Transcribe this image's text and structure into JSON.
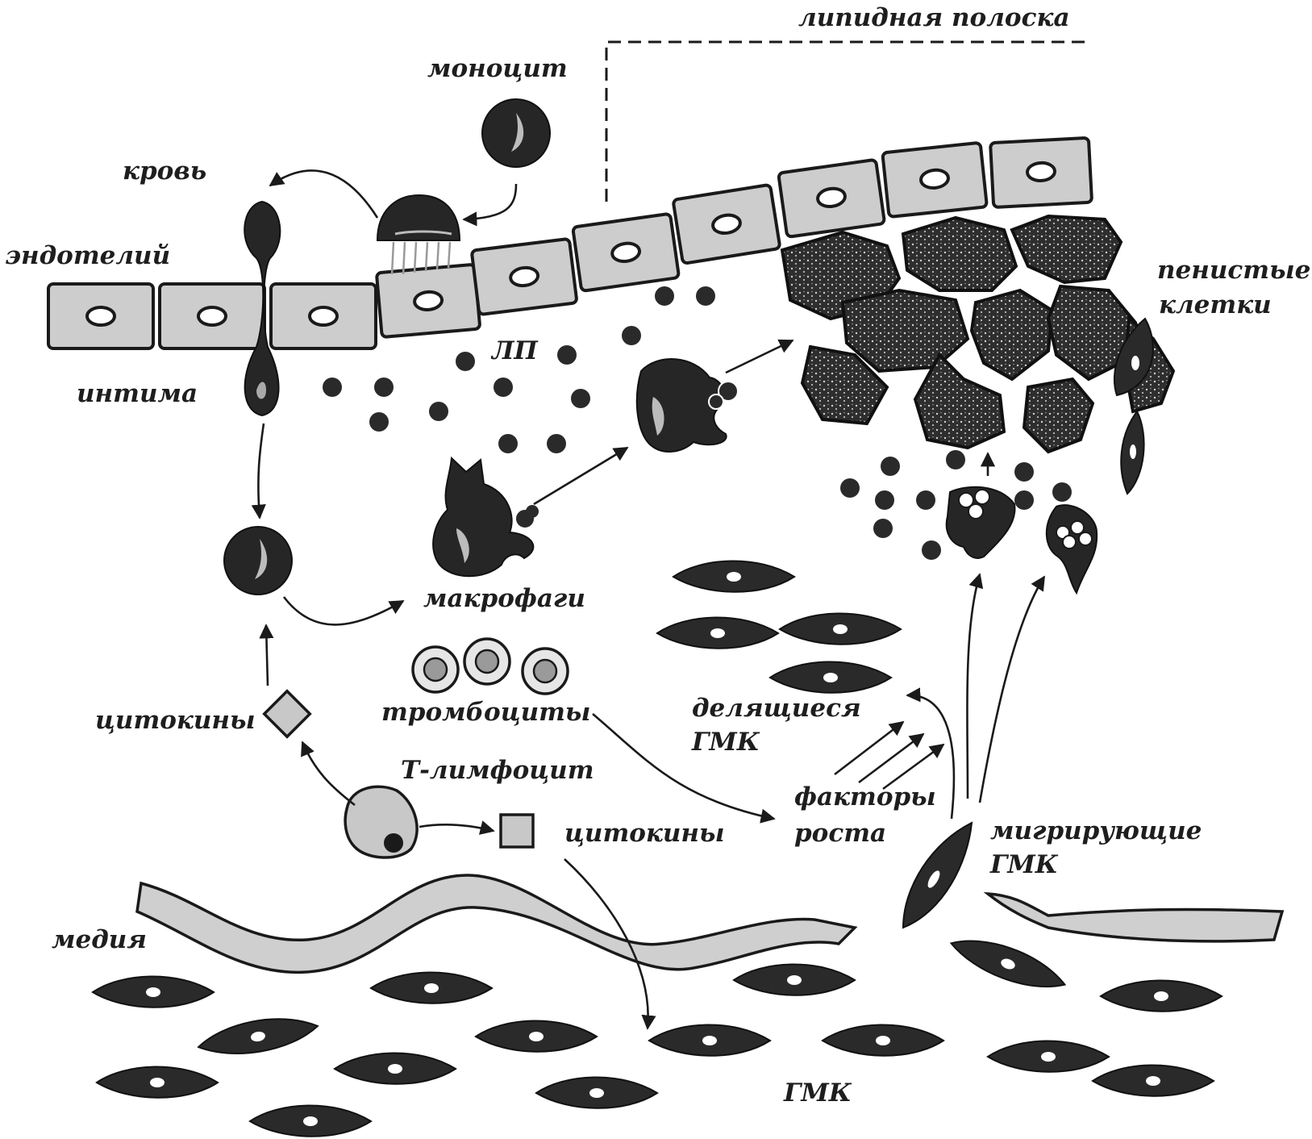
{
  "diagram": {
    "labels": {
      "lipid_streak": "липидная полоска",
      "monocyte": "моноцит",
      "blood": "кровь",
      "endothelium": "эндотелий",
      "intima": "интима",
      "lipoproteins": "ЛП",
      "foam_cells_line1": "пенистые",
      "foam_cells_line2": "клетки",
      "macrophages": "макрофаги",
      "platelets": "тромбоциты",
      "dividing_smc_line1": "делящиеся",
      "dividing_smc_line2": "ГМК",
      "cytokines_left": "цитокины",
      "t_lymphocyte": "Т-лимфоцит",
      "cytokines_right": "цитокины",
      "growth_factors_line1": "факторы",
      "growth_factors_line2": "роста",
      "migrating_smc_line1": "мигрирующие",
      "migrating_smc_line2": "ГМК",
      "media": "медия",
      "smc": "ГМК"
    }
  }
}
